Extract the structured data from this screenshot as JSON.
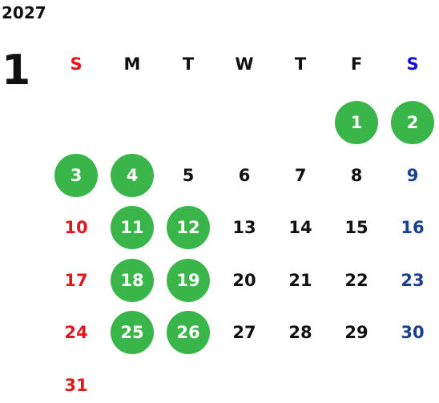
{
  "calendar": {
    "year": "2027",
    "month": "1",
    "weekdays": [
      "S",
      "M",
      "T",
      "W",
      "T",
      "F",
      "S"
    ],
    "colors": {
      "default": "#111111",
      "sunday": "#e4161d",
      "saturday_header": "#1112d8",
      "saturday": "#1a3f8f",
      "highlight_bg": "#3ab54a",
      "highlight_text": "#ffffff"
    },
    "first_weekday_index": 5,
    "days_in_month": 31,
    "highlighted_days": [
      1,
      2,
      3,
      4,
      11,
      12,
      18,
      19,
      25,
      26
    ]
  }
}
